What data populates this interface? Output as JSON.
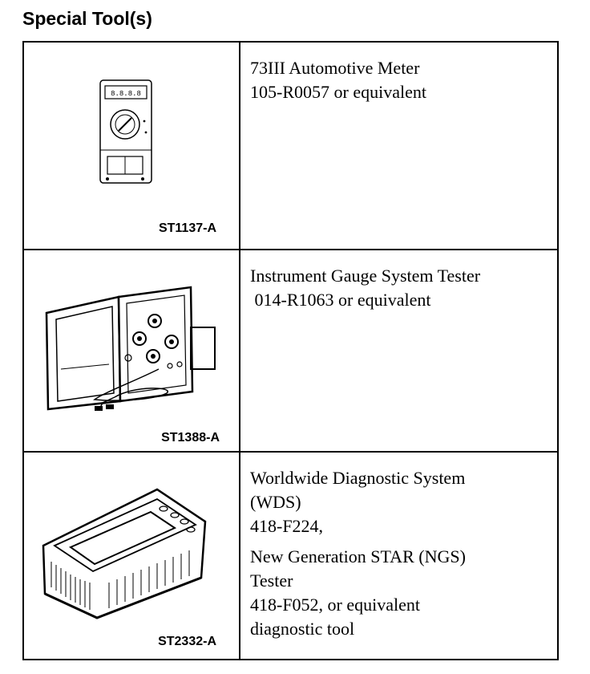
{
  "page": {
    "title": "Special Tool(s)"
  },
  "tools": [
    {
      "figure_code": "ST1137-A",
      "icon": "multimeter-icon",
      "lines": [
        "73III Automotive Meter",
        "105-R0057 or equivalent"
      ]
    },
    {
      "figure_code": "ST1388-A",
      "icon": "gauge-tester-case-icon",
      "lines": [
        "Instrument Gauge System Tester",
        " 014-R1063 or equivalent"
      ]
    },
    {
      "figure_code": "ST2332-A",
      "icon": "diagnostic-tablet-icon",
      "lines": [
        "Worldwide Diagnostic System",
        "(WDS)",
        "418-F224,"
      ],
      "lines_b": [
        "New Generation STAR (NGS)",
        "Tester",
        "418-F052, or equivalent",
        "diagnostic tool"
      ]
    }
  ]
}
